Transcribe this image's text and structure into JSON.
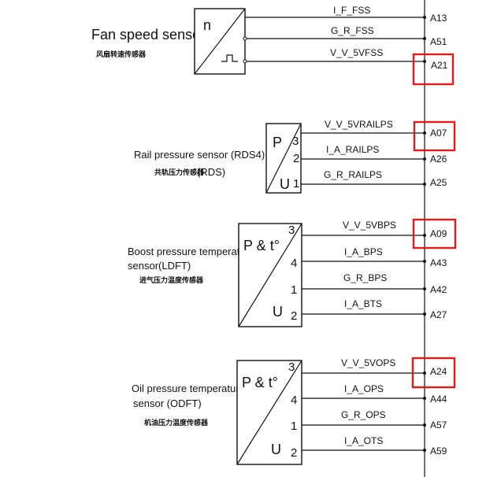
{
  "sensors": {
    "fan": {
      "name": "Fan speed sensor",
      "name_cn": "风扇转速传感器",
      "box_label": "n",
      "signals": [
        "I_F_FSS",
        "G_R_FSS",
        "V_V_5VFSS"
      ],
      "pins": [
        "A13",
        "A51",
        "A21"
      ],
      "highlight": "A21"
    },
    "rail": {
      "name": "Rail pressure sensor  (RDS4)",
      "name_cn": "共轨压力传感器",
      "name_cn_suffix": "(RDS)",
      "box_label_top": "P",
      "box_label_bottom": "U",
      "terminals": [
        "3",
        "2",
        "1"
      ],
      "signals": [
        "V_V_5VRAILPS",
        "I_A_RAILPS",
        "G_R_RAILPS"
      ],
      "pins": [
        "A07",
        "A26",
        "A25"
      ],
      "highlight": "A07"
    },
    "boost": {
      "name_line1": "Boost pressure temperature",
      "name_line2": "sensor(LDFT)",
      "name_cn": "进气压力温度传感器",
      "box_label_top": "P & t°",
      "box_label_bottom": "U",
      "terminals": [
        "3",
        "4",
        "1",
        "2"
      ],
      "signals": [
        "V_V_5VBPS",
        "I_A_BPS",
        "G_R_BPS",
        "I_A_BTS"
      ],
      "pins": [
        "A09",
        "A43",
        "A42",
        "A27"
      ],
      "highlight": "A09"
    },
    "oil": {
      "name_line1": "Oil pressure temperature",
      "name_line2": "sensor  (ODFT)",
      "name_cn": "机油压力温度传感器",
      "box_label_top": "P & t°",
      "box_label_bottom": "U",
      "terminals": [
        "3",
        "4",
        "1",
        "2"
      ],
      "signals": [
        "V_V_5VOPS",
        "I_A_OPS",
        "G_R_OPS",
        "I_A_OTS"
      ],
      "pins": [
        "A24",
        "A44",
        "A57",
        "A59"
      ],
      "highlight": "A24"
    }
  },
  "colors": {
    "highlight": "#e01b1b",
    "line": "#111111"
  }
}
